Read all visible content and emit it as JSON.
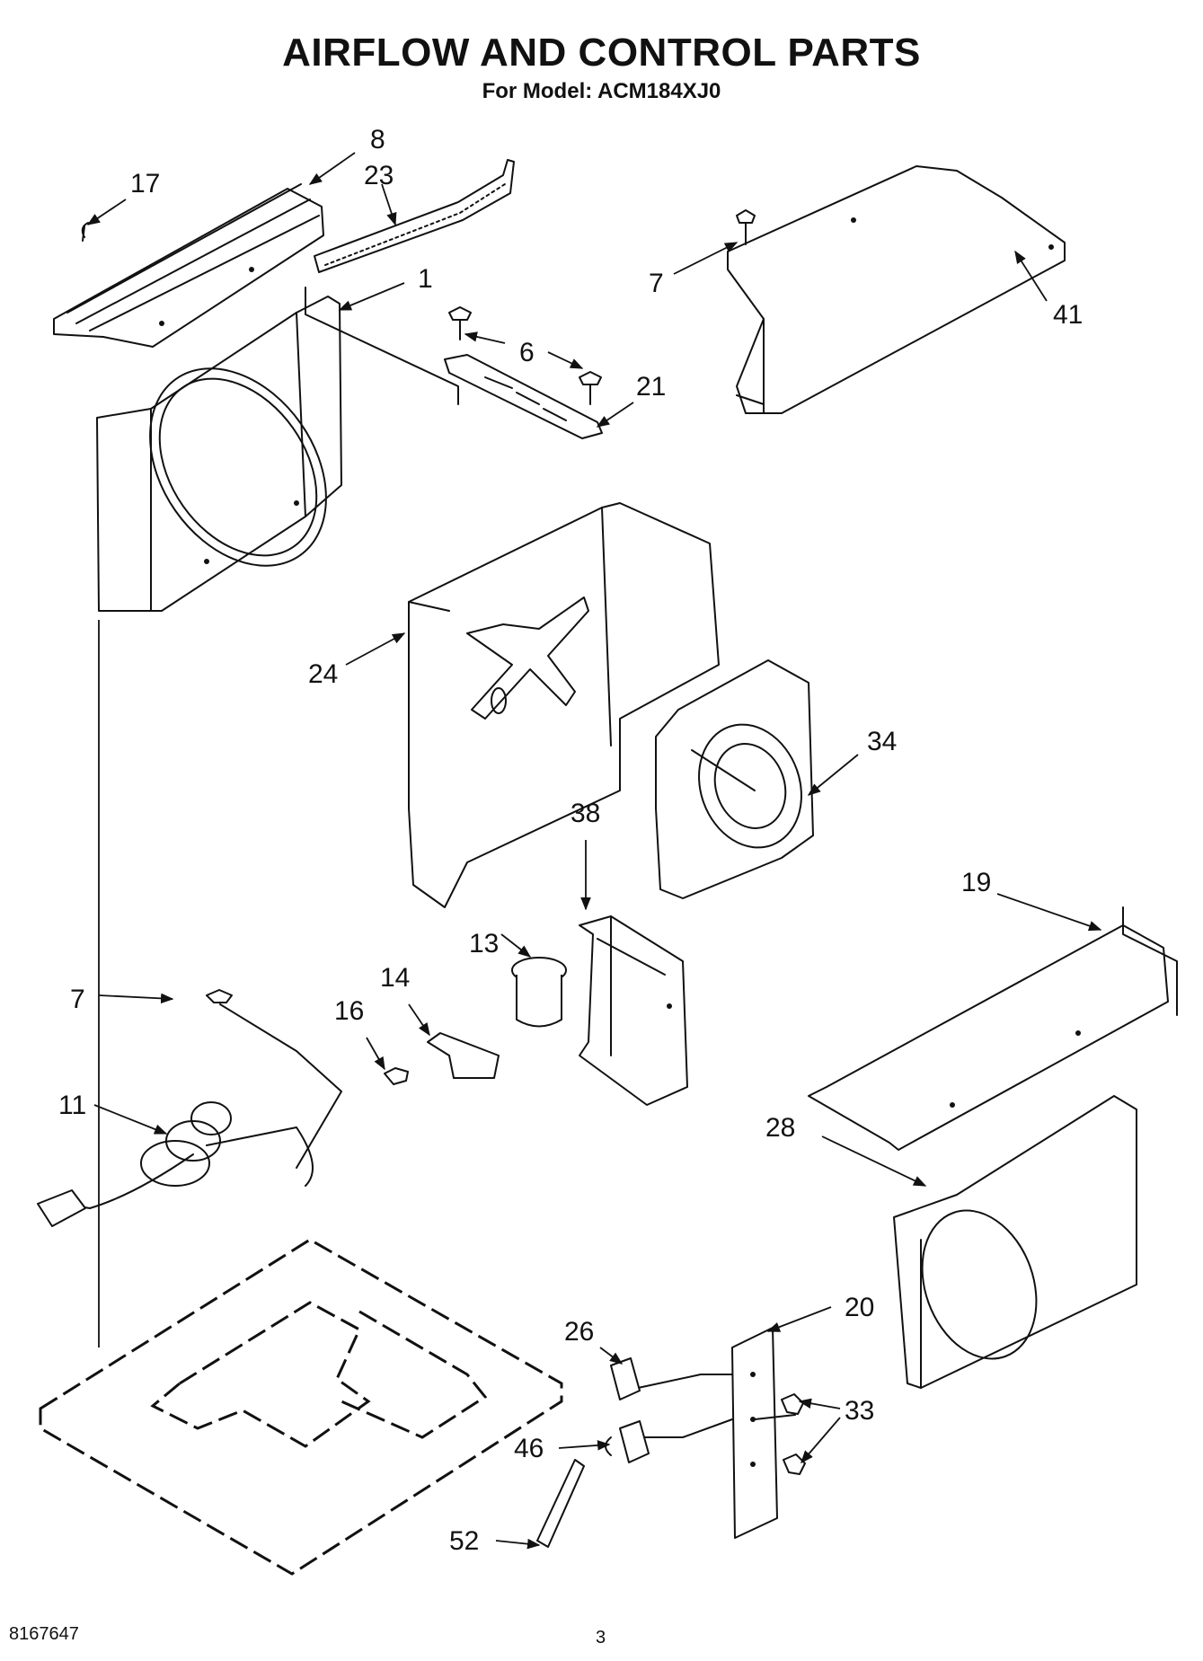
{
  "title": "AIRFLOW AND CONTROL PARTS",
  "subtitle": "For Model: ACM184XJ0",
  "footer": {
    "doc_number": "8167647",
    "page_number": "3"
  },
  "callouts": [
    "8",
    "17",
    "23",
    "1",
    "6",
    "21",
    "7",
    "41",
    "24",
    "34",
    "38",
    "19",
    "7",
    "13",
    "14",
    "16",
    "11",
    "28",
    "20",
    "26",
    "33",
    "46",
    "52"
  ]
}
